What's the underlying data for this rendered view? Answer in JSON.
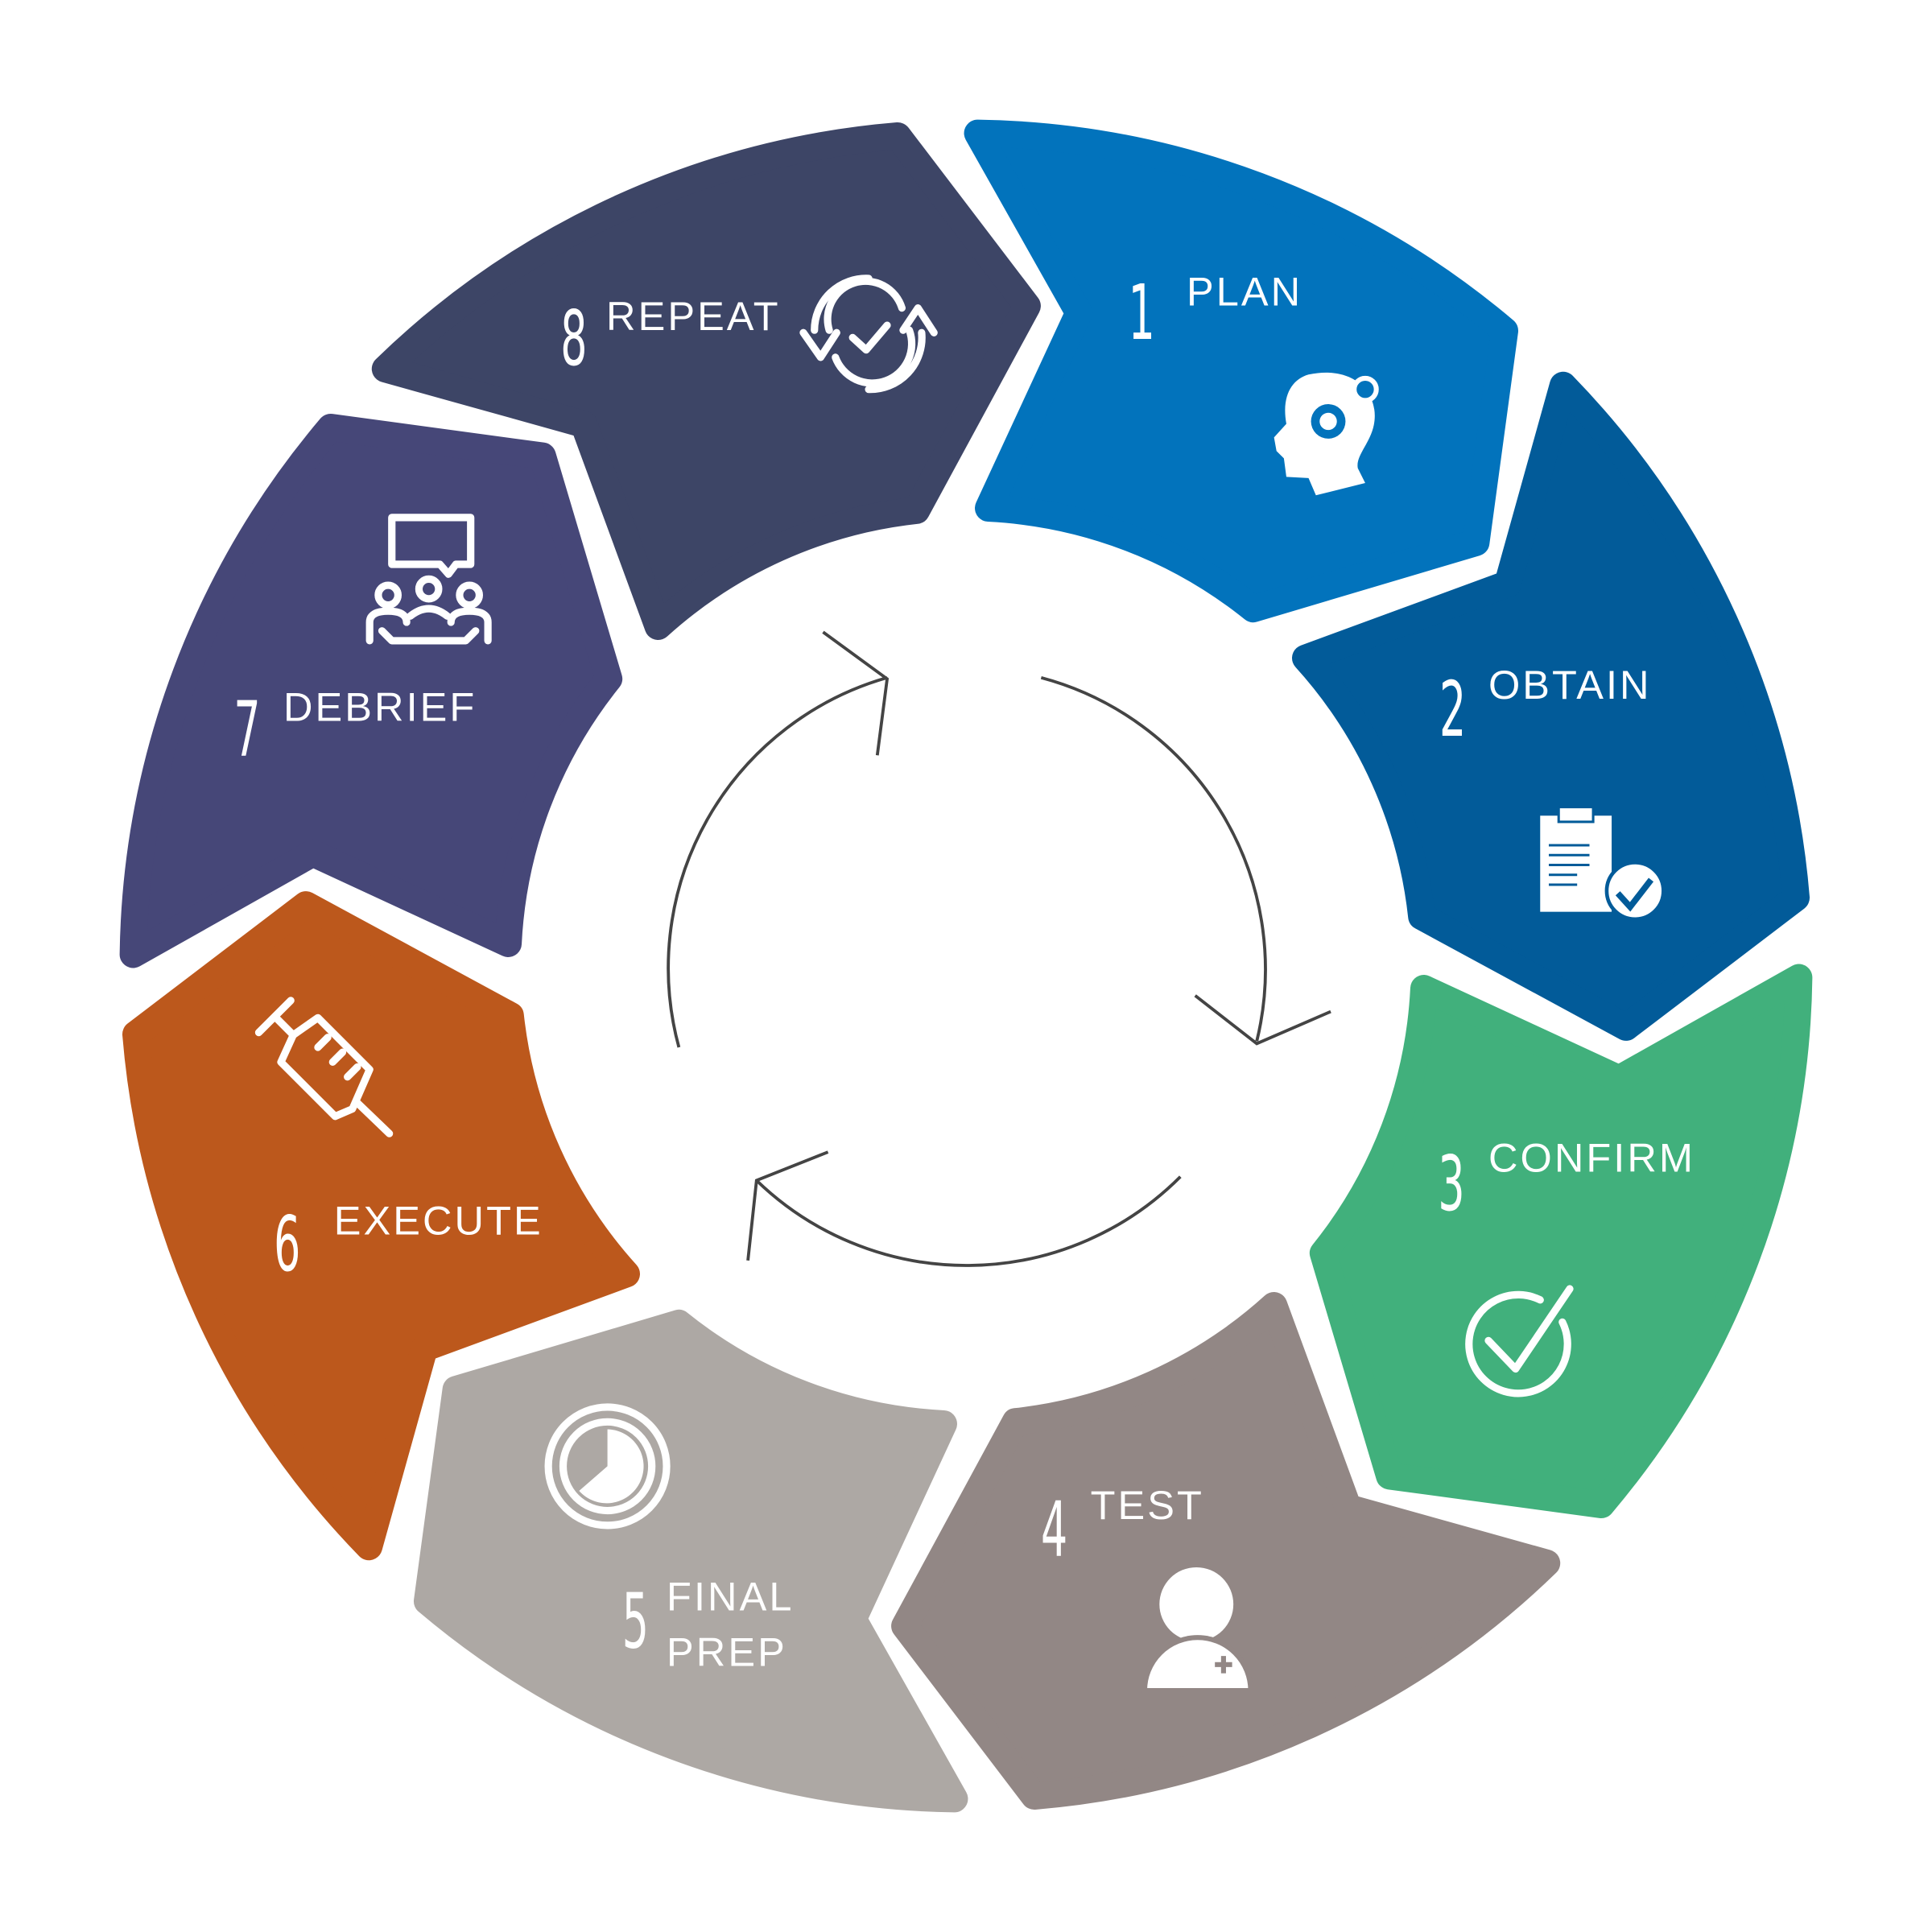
{
  "title": "8-step cycle",
  "steps": [
    {
      "number": "1",
      "label": "PLAN",
      "color": "#0273BC",
      "icon": "head-gears-icon"
    },
    {
      "number": "2",
      "label": "OBTAIN",
      "color": "#025B99",
      "icon": "clipboard-check-icon"
    },
    {
      "number": "3",
      "label": "CONFIRM",
      "color": "#41B07C",
      "icon": "check-circle-icon"
    },
    {
      "number": "4",
      "label": "TEST",
      "color": "#928785",
      "icon": "medical-person-icon"
    },
    {
      "number": "5",
      "label": "FINAL",
      "label2": "PREP",
      "color": "#ADA8A4",
      "icon": "clock-icon"
    },
    {
      "number": "6",
      "label": "EXECUTE",
      "color": "#BC581C",
      "icon": "syringe-icon"
    },
    {
      "number": "7",
      "label": "DEBRIEF",
      "color": "#464778",
      "icon": "meeting-icon"
    },
    {
      "number": "8",
      "label": "REPEAT",
      "color": "#3D4566",
      "icon": "refresh-check-icon"
    }
  ],
  "center_arrow_color": "#444444"
}
